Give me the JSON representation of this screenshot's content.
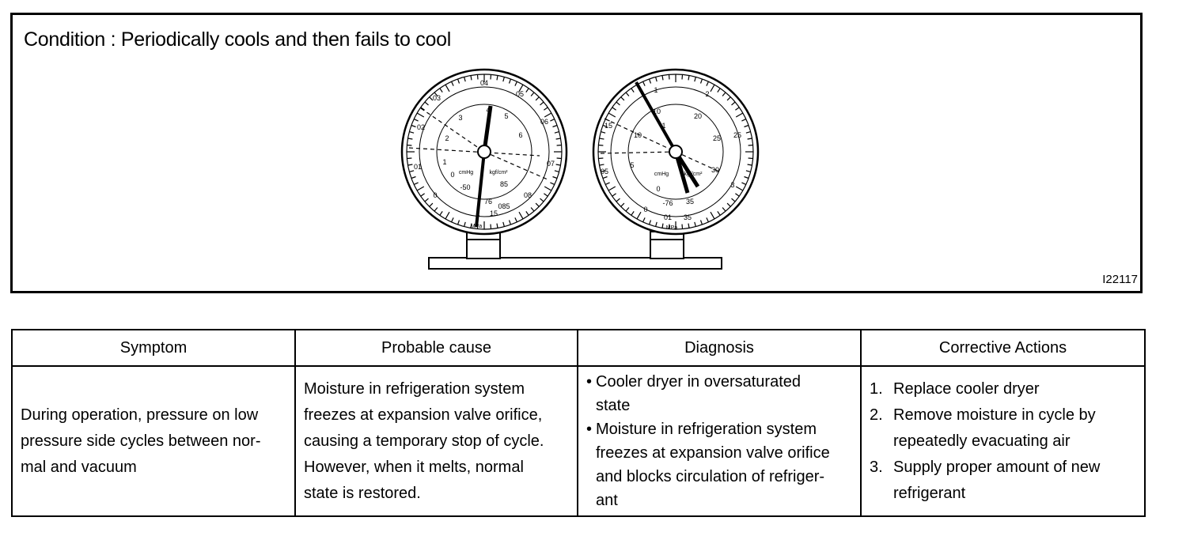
{
  "condition": "Condition : Periodically cools and then fails to cool",
  "figure_id": "I22117",
  "gauges": {
    "left": {
      "outer": [
        "04",
        "05",
        "06",
        "07",
        "08",
        "085",
        "0",
        "01",
        "02",
        "03"
      ],
      "inner": [
        "4",
        "5",
        "6",
        "3",
        "2",
        "1",
        "0",
        "-50",
        "85",
        "76",
        "1",
        "15"
      ],
      "units": [
        "cmHg",
        "kgf/cm²",
        "MPa"
      ]
    },
    "right": {
      "outer": [
        "1",
        "2",
        "25",
        "3",
        "35",
        "0",
        "05",
        "15"
      ],
      "inner": [
        "10",
        "5",
        "0",
        "-76",
        "15",
        "20",
        "25",
        "30",
        "35"
      ],
      "units": [
        "cmHg",
        "kgf/cm²",
        "MPa"
      ]
    }
  },
  "table": {
    "headers": [
      "Symptom",
      "Probable cause",
      "Diagnosis",
      "Corrective Actions"
    ],
    "symptom": [
      "During operation, pressure on low",
      "pressure side cycles between nor-",
      "mal and vacuum"
    ],
    "cause": [
      "Moisture in refrigeration system",
      "freezes at expansion valve orifice,",
      "causing a temporary stop of cycle.",
      "However, when it melts, normal",
      "state is restored."
    ],
    "diagnosis": [
      [
        "Cooler dryer in oversaturated",
        "state"
      ],
      [
        "Moisture in refrigeration system",
        "freezes at expansion valve orifice",
        "and blocks circulation of refriger-",
        "ant"
      ]
    ],
    "actions": [
      {
        "n": "1.",
        "lines": [
          "Replace cooler dryer"
        ]
      },
      {
        "n": "2.",
        "lines": [
          "Remove moisture in cycle by",
          "repeatedly evacuating air"
        ]
      },
      {
        "n": "3.",
        "lines": [
          "Supply proper amount of new",
          "refrigerant"
        ]
      }
    ]
  }
}
